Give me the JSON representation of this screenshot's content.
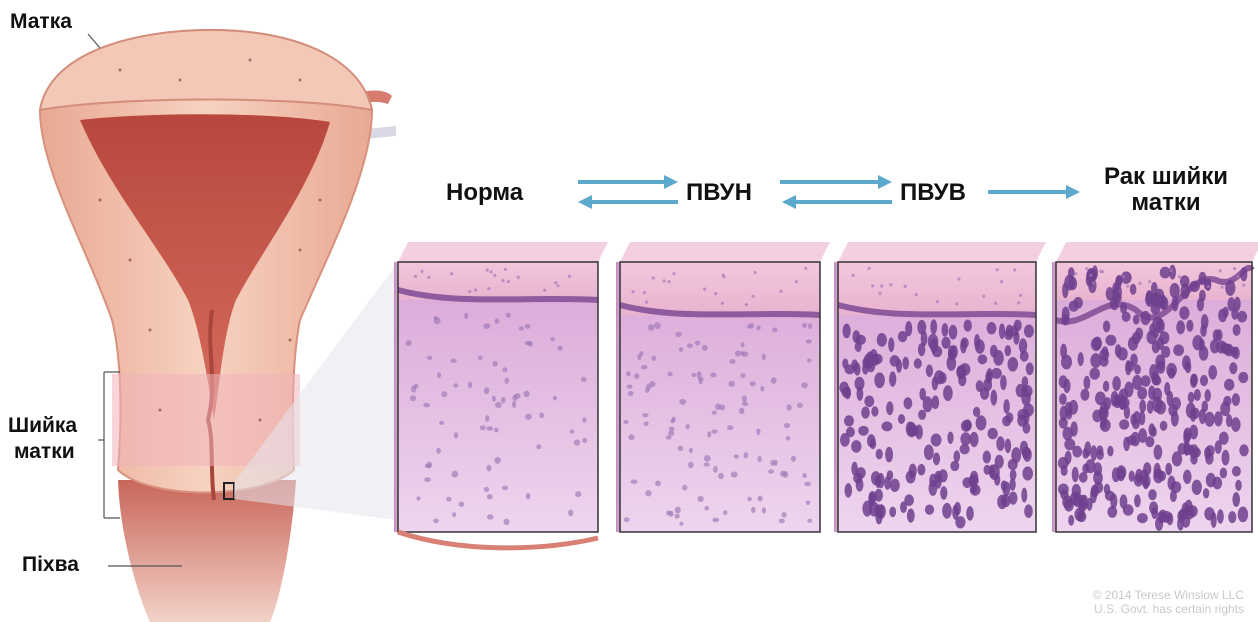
{
  "anatomy_labels": {
    "uterus": "Матка",
    "cervix_line1": "Шийка",
    "cervix_line2": "матки",
    "vagina": "Піхва"
  },
  "stages": [
    {
      "id": "normal",
      "label": "Норма"
    },
    {
      "id": "lsil",
      "label": "ПВУН"
    },
    {
      "id": "hsil",
      "label": "ПВУВ"
    },
    {
      "id": "cancer",
      "label_line1": "Рак шийки",
      "label_line2": "матки"
    }
  ],
  "colors": {
    "uterus_outer": "#f2c2ae",
    "uterus_cavity": "#c7584a",
    "tissue_pink": "#e9b9d4",
    "cell_purple": "#8a5aa8",
    "arrow_blue": "#5ba9cc"
  },
  "copyright": {
    "line1": "© 2014 Terese Winslow LLC",
    "line2": "U.S. Govt. has certain rights"
  }
}
